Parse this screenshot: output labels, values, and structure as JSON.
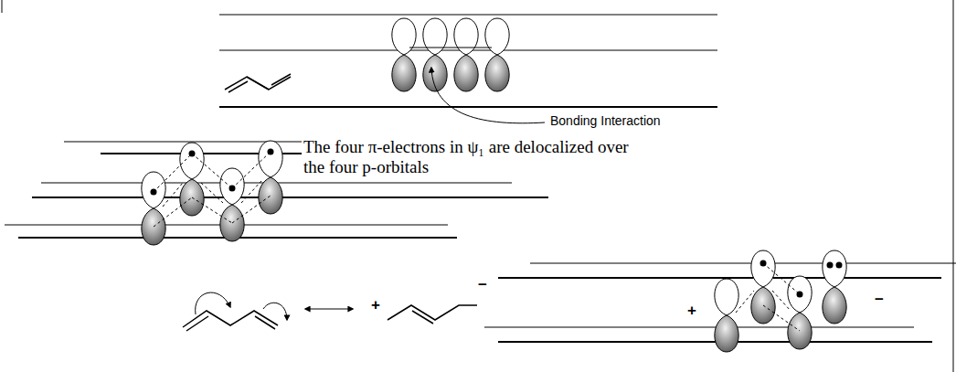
{
  "diagram": {
    "labels": [
      "Bonding Interaction",
      "The four π-electrons in ψ₁ are delocalized over the four p-orbitals",
      "+",
      "−",
      "+",
      "−"
    ]
  }
}
